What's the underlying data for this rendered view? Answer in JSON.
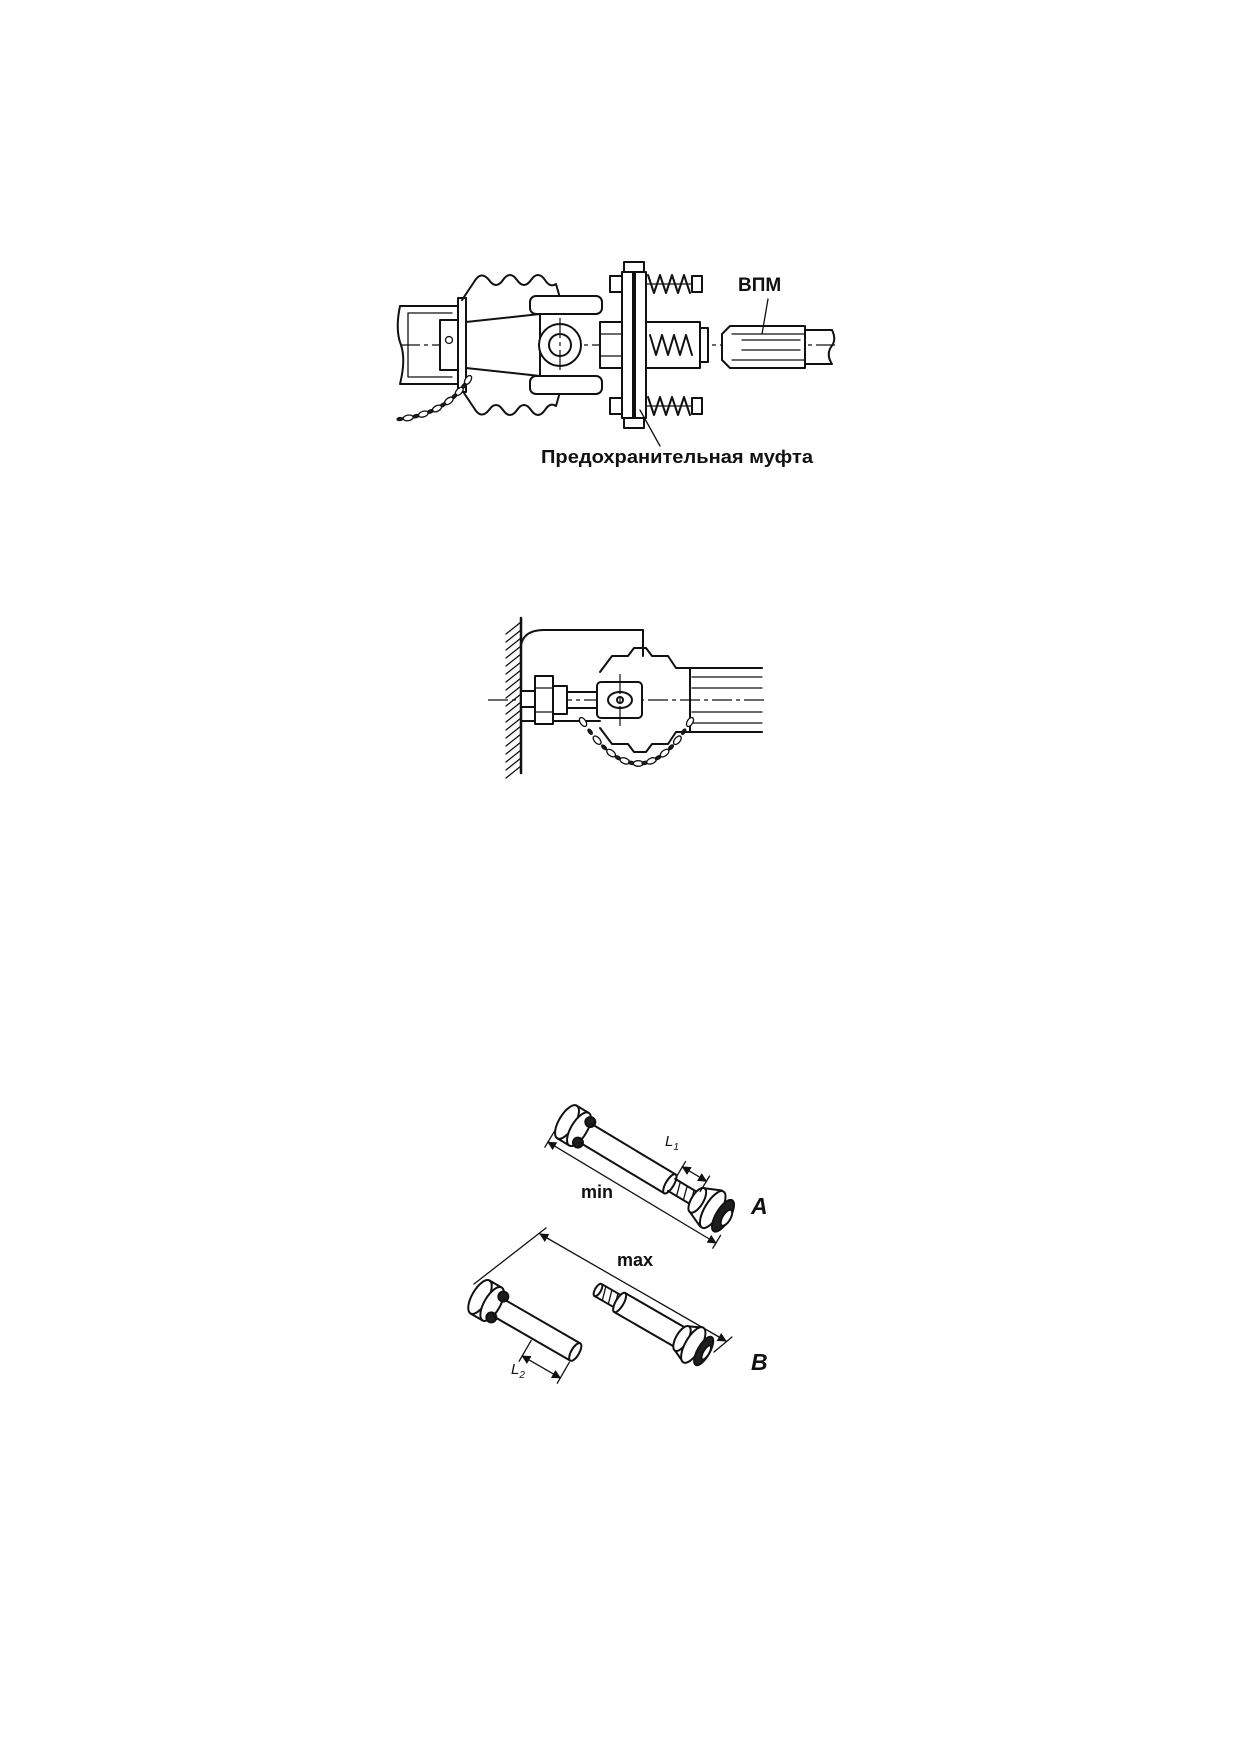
{
  "page": {
    "background": "#ffffff",
    "ink": "#111111"
  },
  "figure1": {
    "pto_label": "ВПМ",
    "clutch_label": "Предохранительная муфта"
  },
  "figure3": {
    "l1": {
      "base": "L",
      "sub": "1"
    },
    "min_label": "min",
    "a_label": "A",
    "max_label": "max",
    "b_label": "B",
    "l2": {
      "base": "L",
      "sub": "2"
    }
  }
}
